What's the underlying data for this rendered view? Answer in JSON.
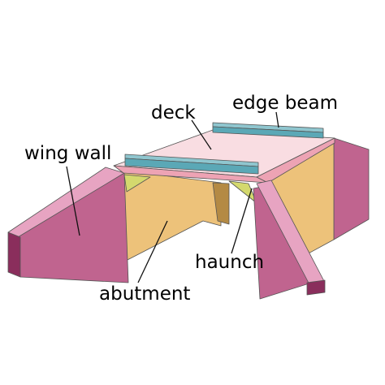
{
  "labels": {
    "deck": "deck",
    "edge_beam": "edge beam",
    "wing_wall": "wing wall",
    "haunch": "haunch",
    "abutment": "abutment"
  },
  "colors": {
    "wing_wall": "#c0648f",
    "wing_wall_dark": "#8a2e5c",
    "wing_wall_top": "#e7a4c2",
    "abutment": "#edc27a",
    "deck_top": "#f9dde2",
    "deck_edge": "#eda3b4",
    "haunch": "#d4d96e",
    "edge_beam_top": "#8fc6cf",
    "edge_beam_side": "#5ba8b6",
    "shadow": "#b48a44"
  }
}
